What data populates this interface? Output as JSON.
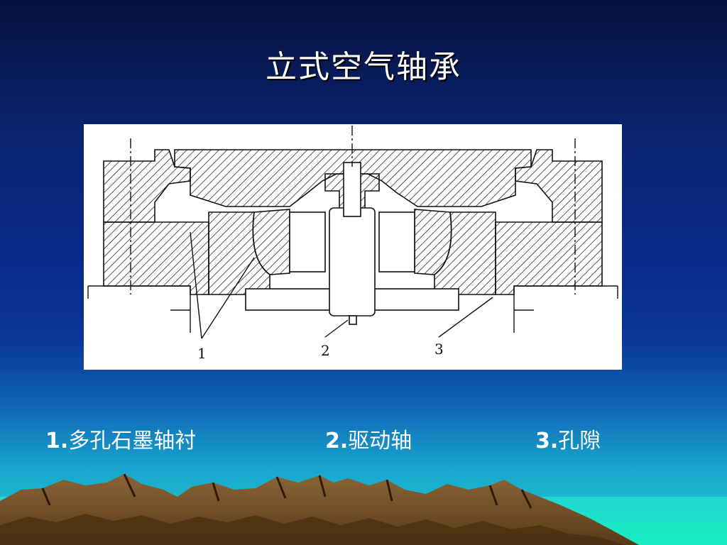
{
  "title": "立式空气轴承",
  "figure": {
    "labels": {
      "l1": "1",
      "l2": "2",
      "l3": "3"
    }
  },
  "captions": [
    {
      "num": "1.",
      "text": "多孔石墨轴衬"
    },
    {
      "num": "2.",
      "text": "驱动轴"
    },
    {
      "num": "3.",
      "text": "孔隙"
    }
  ],
  "colors": {
    "title_text": "#ffffff",
    "caption_text": "#ffffff",
    "mountain_brown": "#6e4a26",
    "mountain_dark": "#3a2310",
    "sea_cyan": "#1fe0c8"
  }
}
